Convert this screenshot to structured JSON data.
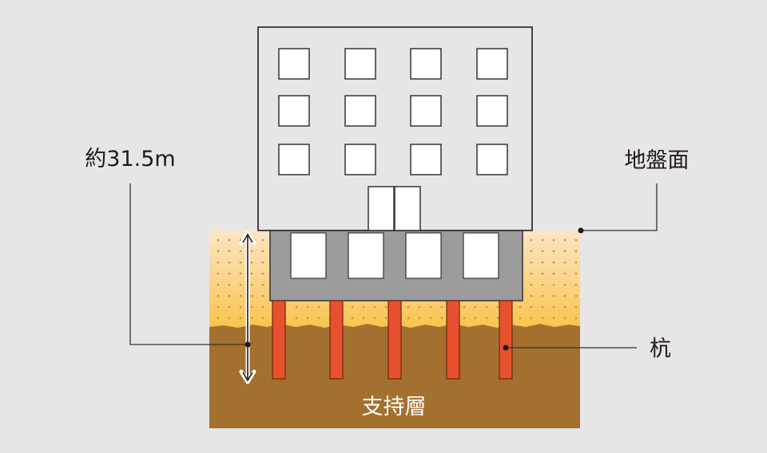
{
  "labels": {
    "depth": "約31.5m",
    "ground_surface": "地盤面",
    "pile": "杭",
    "bearing_layer": "支持層"
  },
  "colors": {
    "background": "#e6e6e6",
    "building": "#e6e6e6",
    "building_outline": "#333333",
    "basement": "#9c9c9c",
    "window": "#ffffff",
    "surface_soil_top": "#fde5c6",
    "surface_soil_bottom": "#f9c34d",
    "soil_dots": "#c9913a",
    "bearing_layer": "#a4702f",
    "pile": "#e8512e",
    "pile_outline": "#6b2a12",
    "leader_line": "#333333",
    "text": "#231815",
    "label_on_soil": "#ffffff"
  },
  "icons": {
    "depth_marker": "double-headed-arrow-icon",
    "leader_dot": "dot-icon"
  }
}
